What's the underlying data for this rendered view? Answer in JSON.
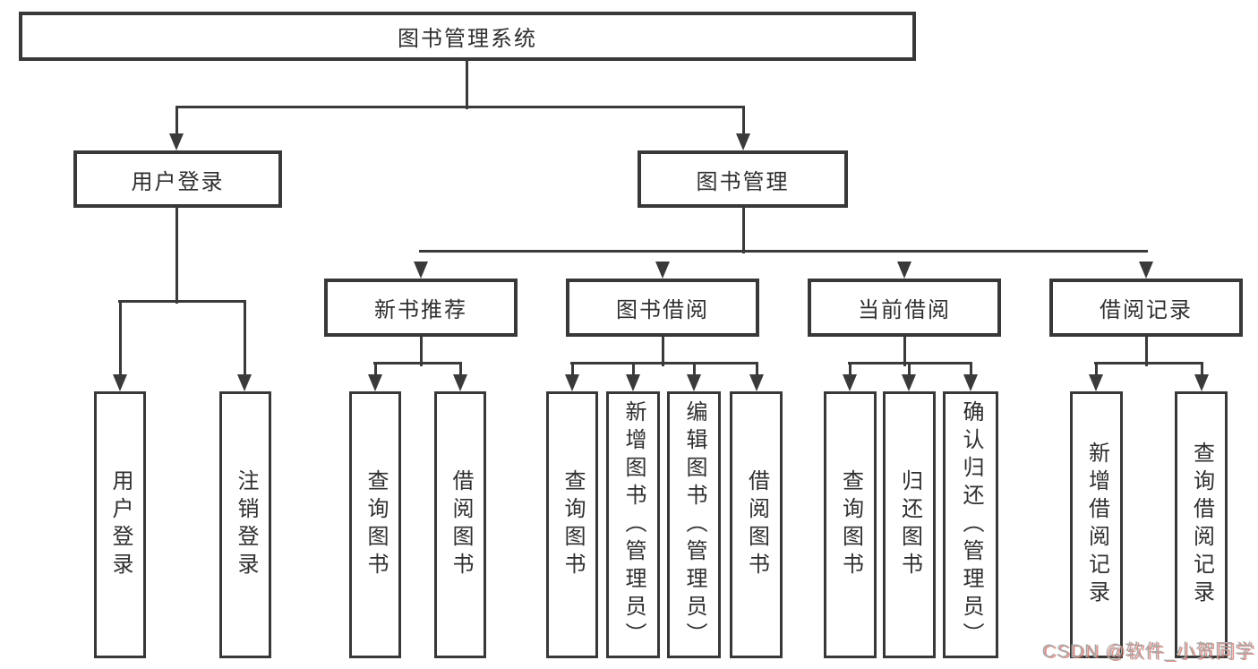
{
  "diagram": {
    "root": {
      "label": "图书管理系统"
    },
    "branches": {
      "user_login": {
        "label": "用户登录"
      },
      "book_management": {
        "label": "图书管理"
      }
    },
    "modules": {
      "new_book_recommend": {
        "label": "新书推荐"
      },
      "book_borrow": {
        "label": "图书借阅"
      },
      "current_borrow": {
        "label": "当前借阅"
      },
      "borrow_records": {
        "label": "借阅记录"
      }
    },
    "leaves": {
      "user_login": {
        "label": "用户登录"
      },
      "logout": {
        "label": "注销登录"
      },
      "nb_query_books": {
        "label": "查询图书"
      },
      "nb_borrow_books": {
        "label": "借阅图书"
      },
      "bb_query_books": {
        "label": "查询图书"
      },
      "bb_add_books": {
        "label": "新增图书（管理员）"
      },
      "bb_edit_books": {
        "label": "编辑图书（管理员）"
      },
      "bb_borrow_books": {
        "label": "借阅图书"
      },
      "cb_query_books": {
        "label": "查询图书"
      },
      "cb_return_books": {
        "label": "归还图书"
      },
      "cb_confirm_return": {
        "label": "确认归还（管理员）"
      },
      "br_add_record": {
        "label": "新增借阅记录"
      },
      "br_query_record": {
        "label": "查询借阅记录"
      }
    }
  },
  "watermark": {
    "text": "CSDN @软件_小贺同学"
  },
  "colors": {
    "line": "#3a3a3a",
    "text": "#2f2f2f",
    "background": "#ffffff",
    "watermark_gray": "#a9a9a9",
    "watermark_red": "#d66e64"
  }
}
